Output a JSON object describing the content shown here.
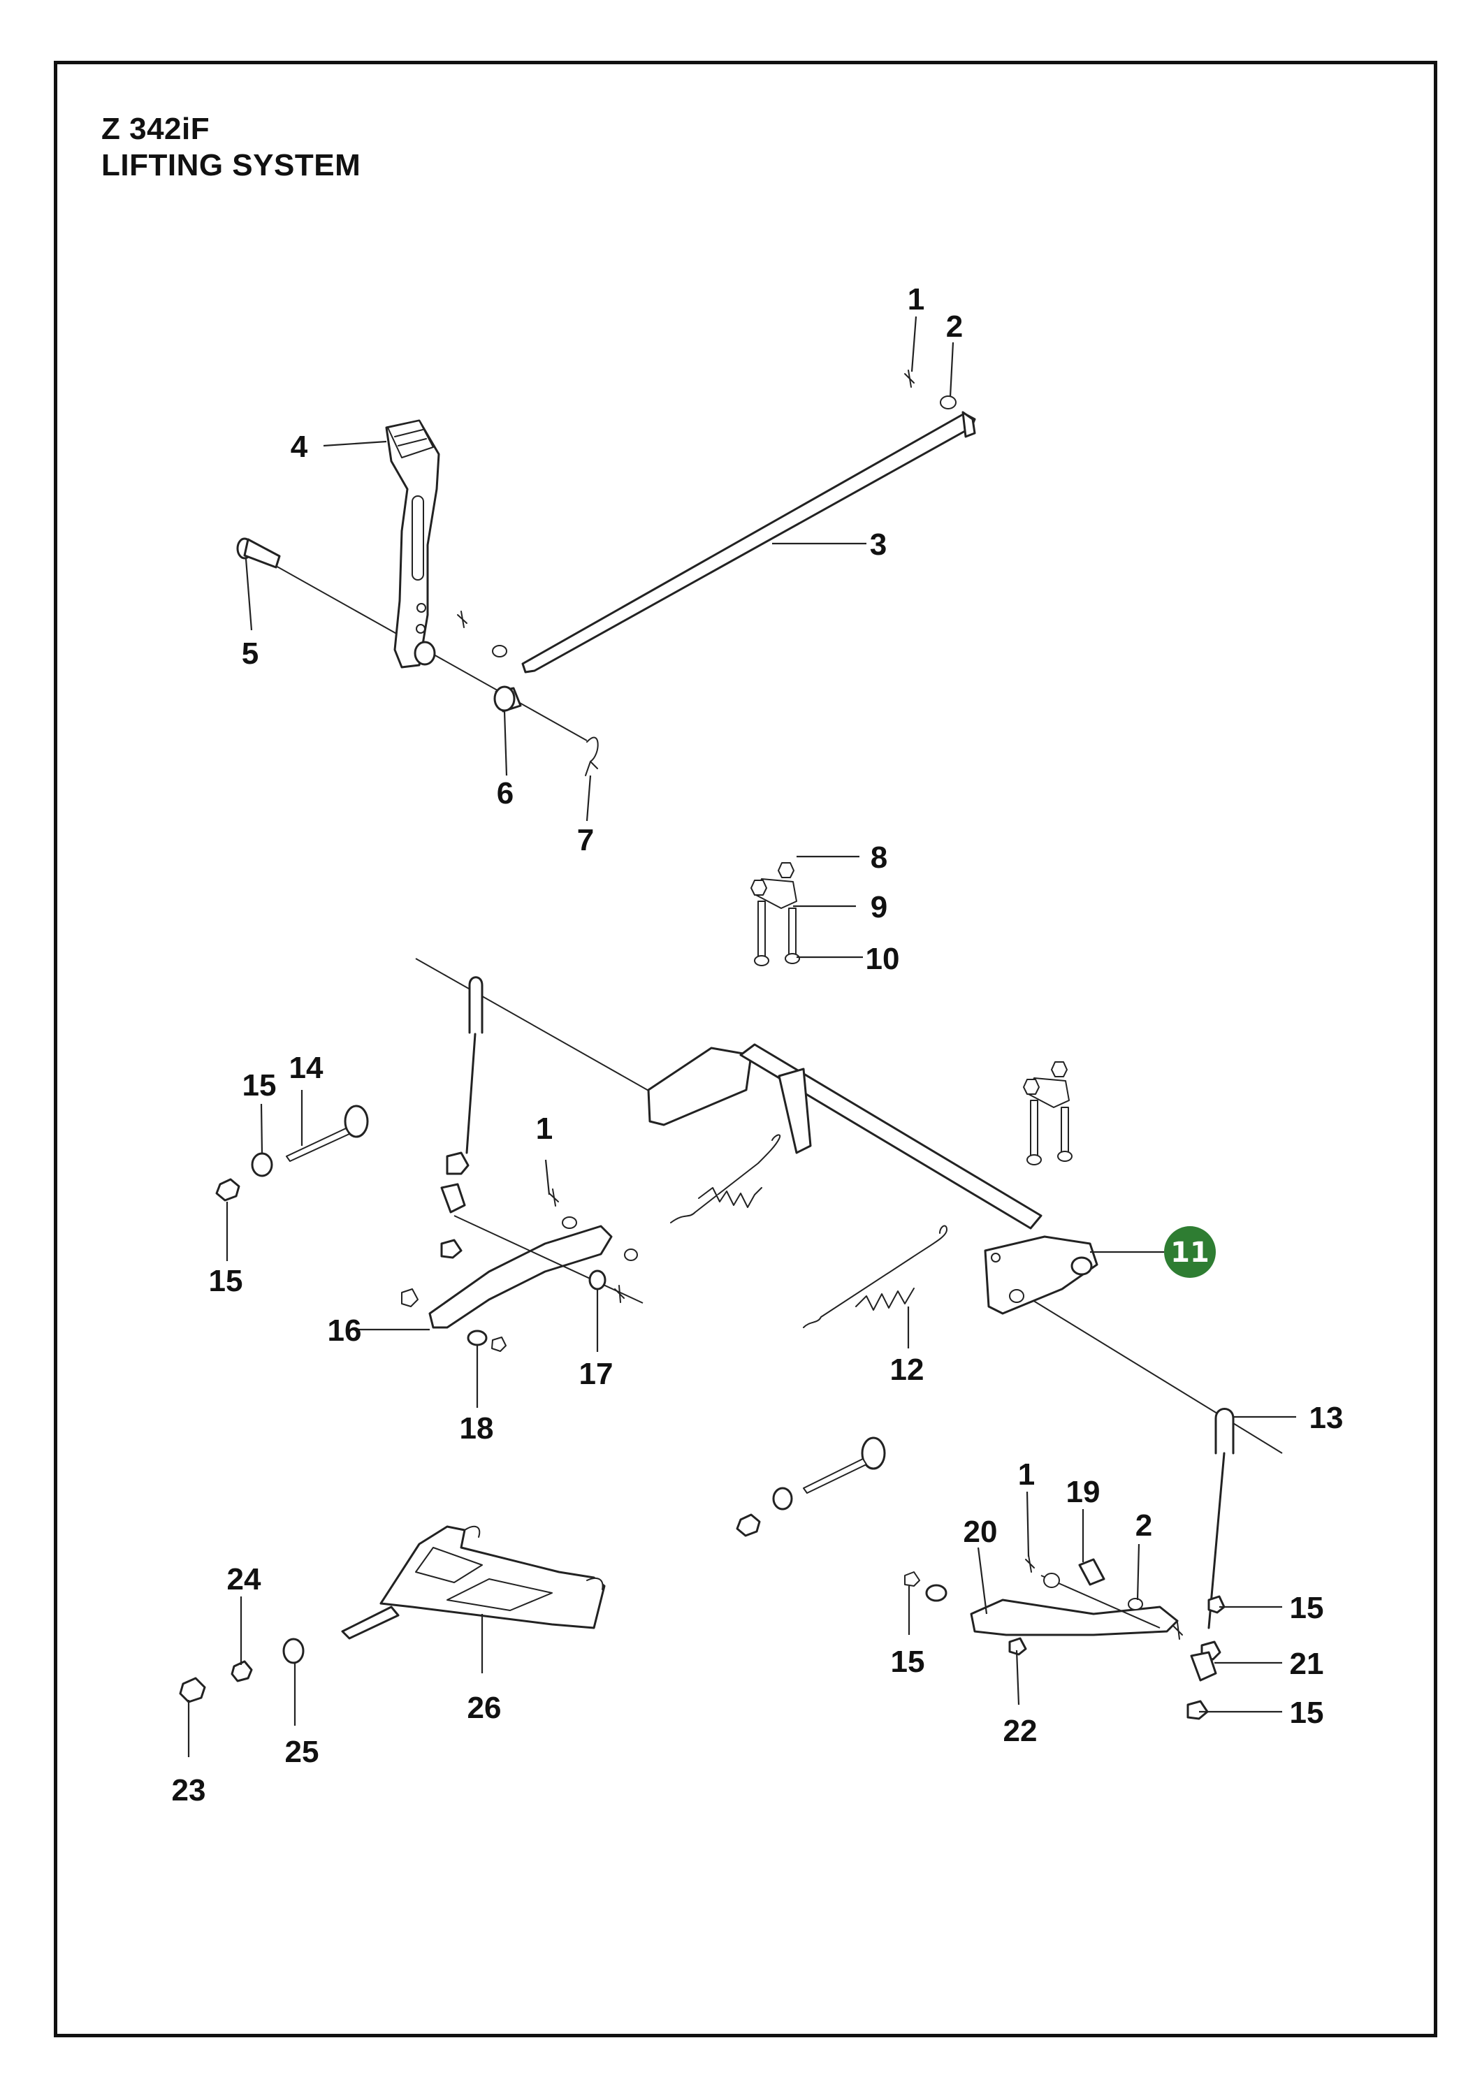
{
  "title": {
    "model": "Z 342iF",
    "section": "LIFTING SYSTEM"
  },
  "colors": {
    "highlight": "#2e7d32",
    "ink": "#111111"
  },
  "callouts": {
    "c1a": "1",
    "c2a": "2",
    "c3": "3",
    "c4": "4",
    "c5": "5",
    "c6": "6",
    "c7": "7",
    "c8": "8",
    "c9": "9",
    "c10": "10",
    "c15a": "15",
    "c14": "14",
    "c15b": "15",
    "c1b": "1",
    "c11": "11",
    "c16": "16",
    "c17": "17",
    "c18": "18",
    "c12": "12",
    "c13": "13",
    "c1c": "1",
    "c19": "19",
    "c2b": "2",
    "c20": "20",
    "c15c": "15",
    "c15d": "15",
    "c21": "21",
    "c15e": "15",
    "c22": "22",
    "c24": "24",
    "c26": "26",
    "c25": "25",
    "c23": "23"
  }
}
